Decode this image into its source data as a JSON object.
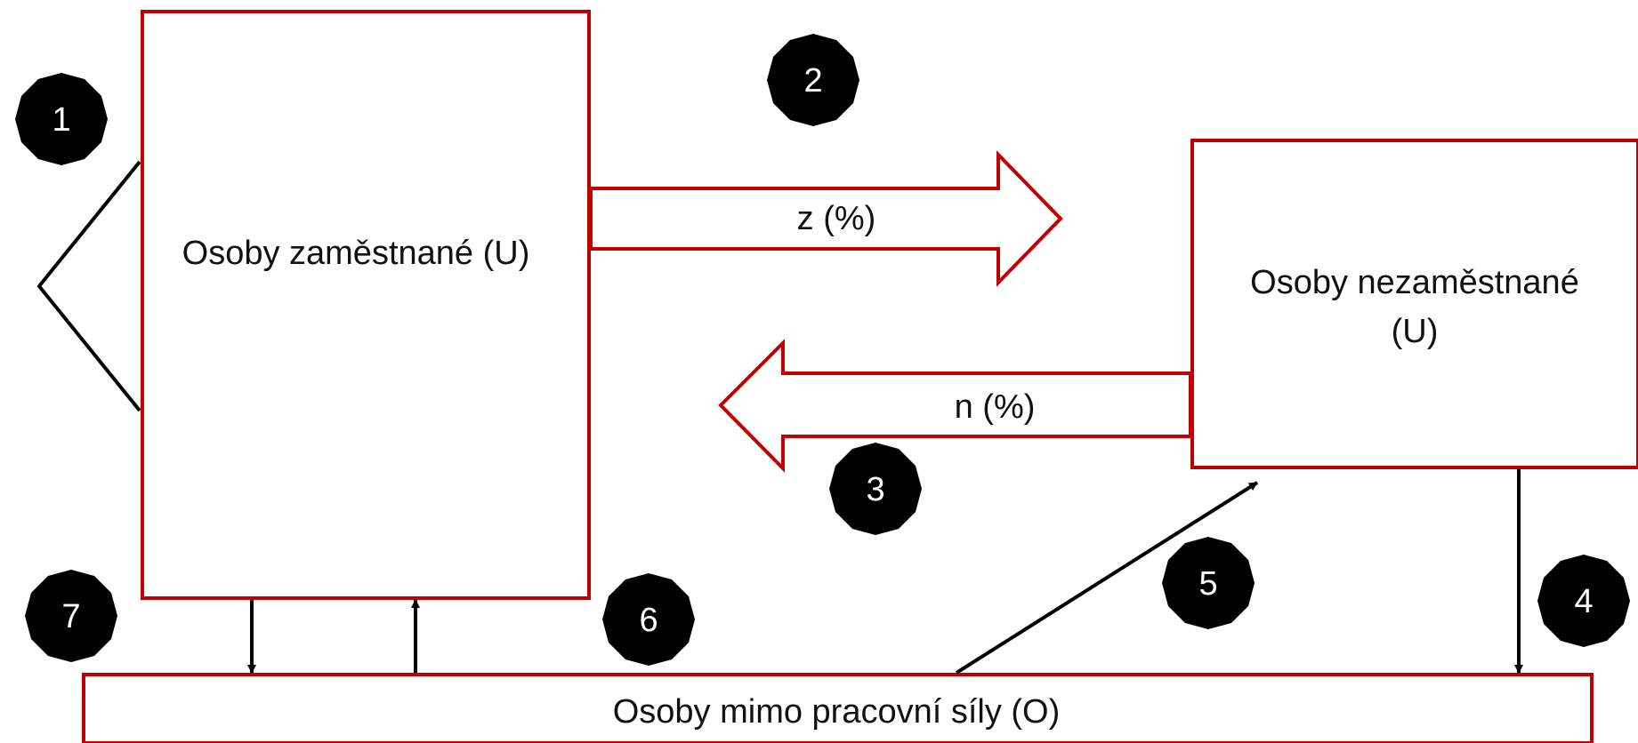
{
  "colors": {
    "box_border": "#c00000",
    "arrow_outline": "#c00000",
    "line": "#000000",
    "badge_fill": "#000000",
    "badge_text": "#ffffff",
    "label_text": "#111111"
  },
  "boxes": {
    "employed": "Osoby zaměstnané (U)",
    "unemployed_line1": "Osoby nezaměstnané",
    "unemployed_line2": "(U)",
    "outside": "Osoby mimo pracovní síly (O)"
  },
  "flows": {
    "to_unemployed": "z (%)",
    "to_employed": "n (%)"
  },
  "badges": {
    "b1": "1",
    "b2": "2",
    "b3": "3",
    "b4": "4",
    "b5": "5",
    "b6": "6",
    "b7": "7"
  }
}
